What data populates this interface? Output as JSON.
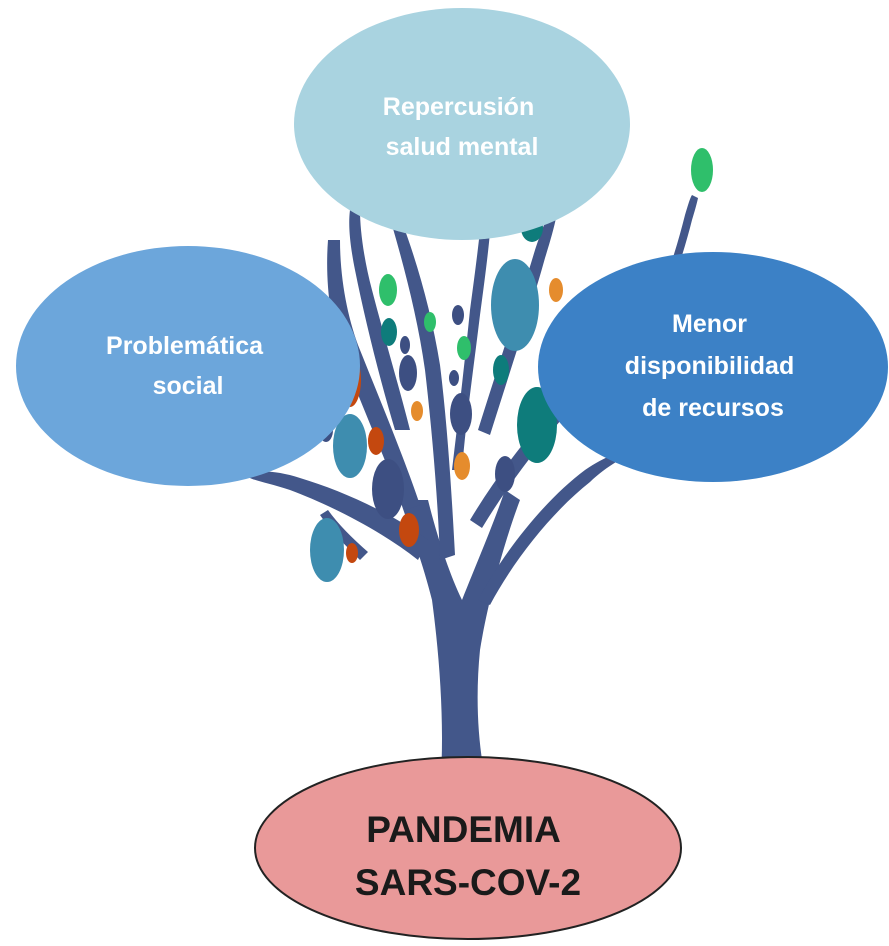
{
  "colors": {
    "trunk": "#43578A",
    "top_bubble": "#A9D3E0",
    "left_bubble": "#6CA6DB",
    "right_bubble": "#3C81C6",
    "root_fill": "#E99999",
    "root_stroke": "#222222",
    "leaf_green": "#2FBF6B",
    "leaf_teal": "#0E7C7B",
    "leaf_blue": "#3E8DAF",
    "leaf_navy": "#3D4F82",
    "leaf_orange": "#E58C2D",
    "leaf_rust": "#C4480F"
  },
  "nodes": {
    "top": {
      "line1": "Repercusión",
      "line2": "salud mental"
    },
    "left": {
      "line1": "Problemática",
      "line2": "social"
    },
    "right": {
      "line1": "Menor",
      "line2": "disponibilidad",
      "line3": "de recursos"
    }
  },
  "root": {
    "line1": "PANDEMIA",
    "line2": "SARS-COV-2"
  }
}
